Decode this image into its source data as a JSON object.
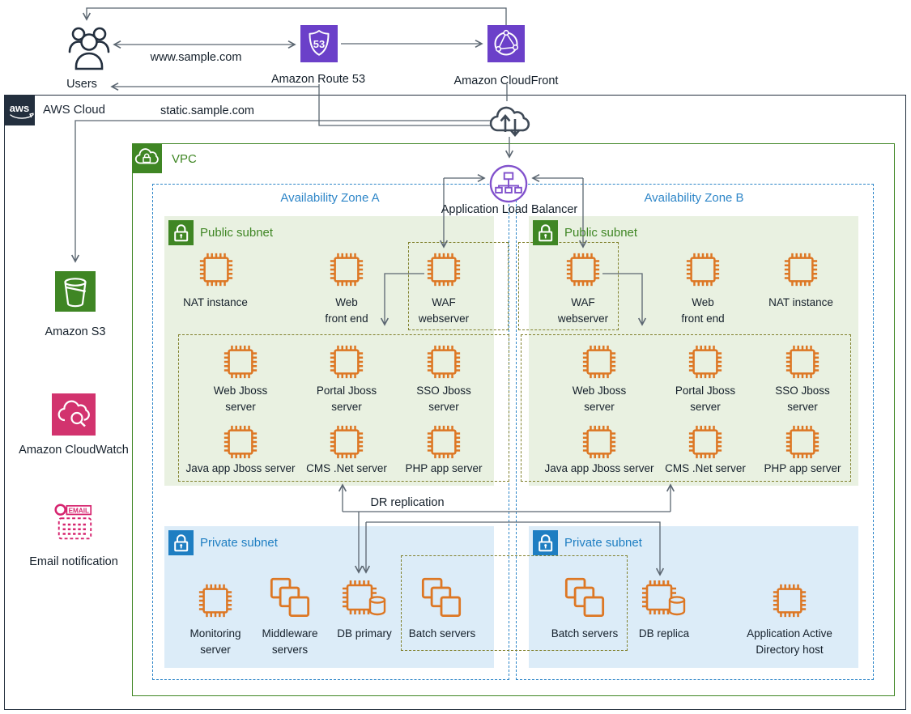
{
  "colors": {
    "ec2_orange": "#dd7724",
    "aws_green": "#3f8624",
    "subnet_blue": "#1e7ec2",
    "purple": "#6b40c9",
    "alb_purple": "#8151cc",
    "pink": "#d6246f",
    "navy": "#232f3e",
    "connector_gray": "#5b6671",
    "public_subnet_bg": "#e9f1e1",
    "private_subnet_bg": "#dcecf8",
    "az_dashed_blue": "#2e86c8",
    "group_dashed_olive": "#81812d"
  },
  "top": {
    "users": "Users",
    "route53": "Amazon Route 53",
    "cloudfront": "Amazon CloudFront",
    "www_domain": "www.sample.com",
    "static_domain": "static.sample.com"
  },
  "aws_cloud": {
    "logo": "aws",
    "label": "AWS Cloud"
  },
  "vpc": {
    "label": "VPC"
  },
  "alb": {
    "label": "Application Load Balancer"
  },
  "zones": {
    "a": "Availability Zone A",
    "b": "Availability Zone B"
  },
  "subnets": {
    "public": "Public subnet",
    "private": "Private subnet"
  },
  "services": {
    "s3": "Amazon S3",
    "cloudwatch": "Amazon CloudWatch",
    "email": "Email notification"
  },
  "nodes": {
    "nat": "NAT instance",
    "web_front": "Web\nfront end",
    "waf": "WAF\nwebserver",
    "web_jboss": "Web Jboss\nserver",
    "portal_jboss": "Portal Jboss\nserver",
    "sso_jboss": "SSO Jboss\nserver",
    "java_jboss": "Java app Jboss server",
    "cms_net": "CMS .Net server",
    "php_app": "PHP app server",
    "monitoring": "Monitoring\nserver",
    "middleware": "Middleware\nservers",
    "db_primary": "DB primary",
    "batch": "Batch servers",
    "db_replica": "DB replica",
    "ad_host": "Application Active\nDirectory host"
  },
  "annotations": {
    "dr": "DR replication"
  },
  "icon_text": {
    "route53_badge": "53",
    "email_badge": "EMAIL"
  }
}
